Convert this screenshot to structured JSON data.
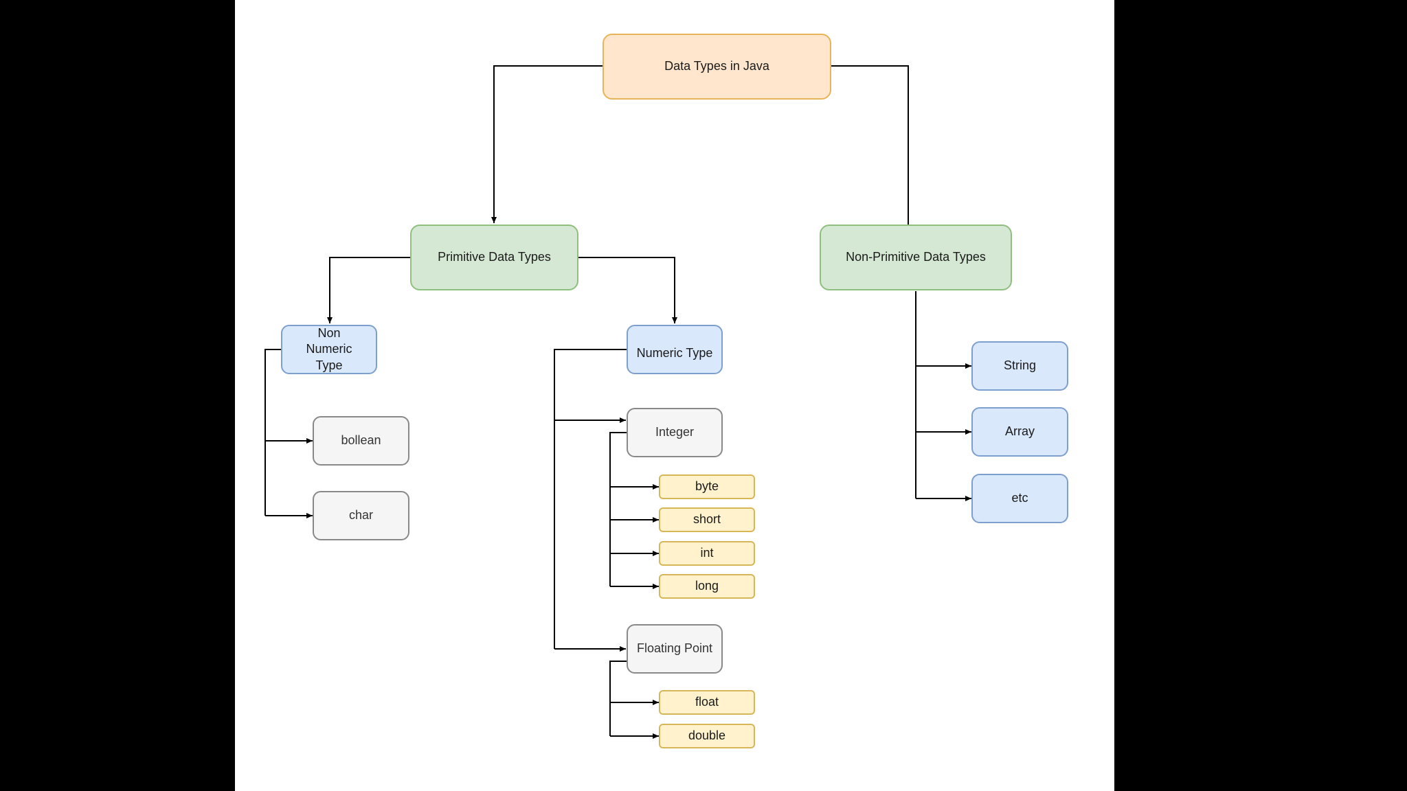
{
  "colors": {
    "orange_fill": "#ffe6cc",
    "orange_stroke": "#e7b45a",
    "green_fill": "#d5e8d4",
    "green_stroke": "#8fbf7f",
    "blue_fill": "#dae8fc",
    "blue_stroke": "#7d9fcd",
    "gray_fill": "#f5f5f5",
    "gray_stroke": "#888888",
    "yellow_fill": "#fff2cc",
    "yellow_stroke": "#d6b656",
    "connector": "#000000"
  },
  "diagram": {
    "root": "Data Types in Java",
    "primitive": "Primitive Data Types",
    "non_primitive": "Non-Primitive Data Types",
    "non_numeric": "Non Numeric Type",
    "numeric": "Numeric Type",
    "boolean": "bollean",
    "char": "char",
    "integer": "Integer",
    "byte": "byte",
    "short": "short",
    "int": "int",
    "long": "long",
    "floating_point": "Floating Point",
    "float": "float",
    "double": "double",
    "string": "String",
    "array": "Array",
    "etc": "etc"
  }
}
